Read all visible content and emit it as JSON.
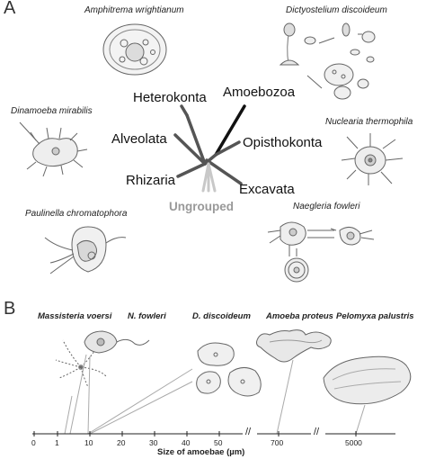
{
  "panel_a": {
    "letter": "A",
    "species": {
      "amphitrema": "Amphitrema wrightianum",
      "dictyostelium": "Dictyostelium discoideum",
      "dinamoeba": "Dinamoeba mirabilis",
      "nuclearia": "Nuclearia thermophila",
      "paulinella": "Paulinella chromatophora",
      "naegleria": "Naegleria fowleri"
    },
    "tree": {
      "heterokonta": "Heterokonta",
      "amoebozoa": "Amoebozoa",
      "alveolata": "Alveolata",
      "opisthokonta": "Opisthokonta",
      "rhizaria": "Rhizaria",
      "excavata": "Excavata",
      "ungrouped": "Ungrouped"
    }
  },
  "panel_b": {
    "letter": "B",
    "species": {
      "massisteria": "Massisteria voersi",
      "n_fowleri": "N. fowleri",
      "d_discoideum": "D. discoideum",
      "amoeba_proteus": "Amoeba proteus",
      "pelomyxa": "Pelomyxa palustris"
    },
    "axis": {
      "title": "Size of amoebae (µm)",
      "ticks": [
        "0",
        "1",
        "10",
        "20",
        "30",
        "40",
        "50",
        "700",
        "5000"
      ],
      "break_marks": "//"
    }
  },
  "colors": {
    "clade_dark": "#555555",
    "amoebozoa_branch": "#111111",
    "ungrouped": "#c8c8c8",
    "sketch": "#666666"
  }
}
